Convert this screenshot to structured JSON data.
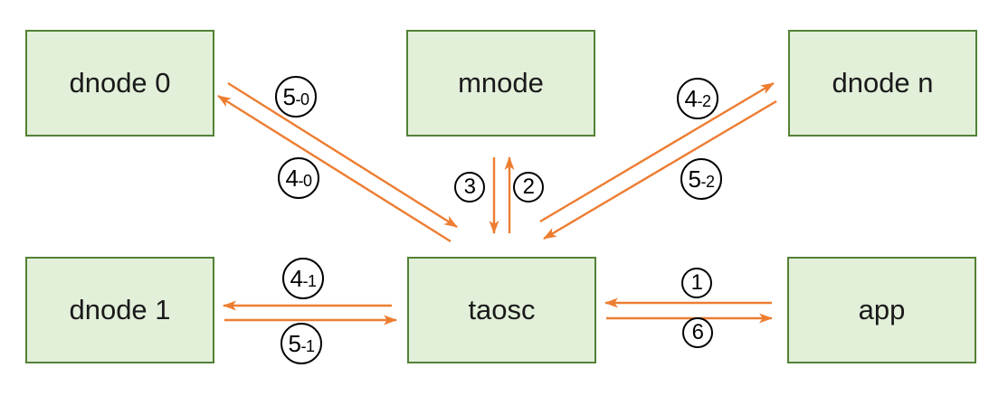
{
  "nodes": [
    {
      "id": "dnode0",
      "label": "dnode 0"
    },
    {
      "id": "mnode",
      "label": "mnode"
    },
    {
      "id": "dnoden",
      "label": "dnode n"
    },
    {
      "id": "dnode1",
      "label": "dnode 1"
    },
    {
      "id": "taosc",
      "label": "taosc"
    },
    {
      "id": "app",
      "label": "app"
    }
  ],
  "edges": [
    {
      "label": "5-0",
      "from": "dnode 0",
      "to": "taosc"
    },
    {
      "label": "4-0",
      "from": "taosc",
      "to": "dnode 0"
    },
    {
      "label": "2",
      "from": "taosc",
      "to": "mnode"
    },
    {
      "label": "3",
      "from": "mnode",
      "to": "taosc"
    },
    {
      "label": "4-2",
      "from": "taosc",
      "to": "dnode n"
    },
    {
      "label": "5-2",
      "from": "dnode n",
      "to": "taosc"
    },
    {
      "label": "4-1",
      "from": "taosc",
      "to": "dnode 1"
    },
    {
      "label": "5-1",
      "from": "dnode 1",
      "to": "taosc"
    },
    {
      "label": "1",
      "from": "app",
      "to": "taosc"
    },
    {
      "label": "6",
      "from": "taosc",
      "to": "app"
    }
  ],
  "colors": {
    "node_fill": "#e2efd9",
    "node_border": "#538135",
    "arrow": "#ed7d31",
    "label_text": "#000000"
  }
}
